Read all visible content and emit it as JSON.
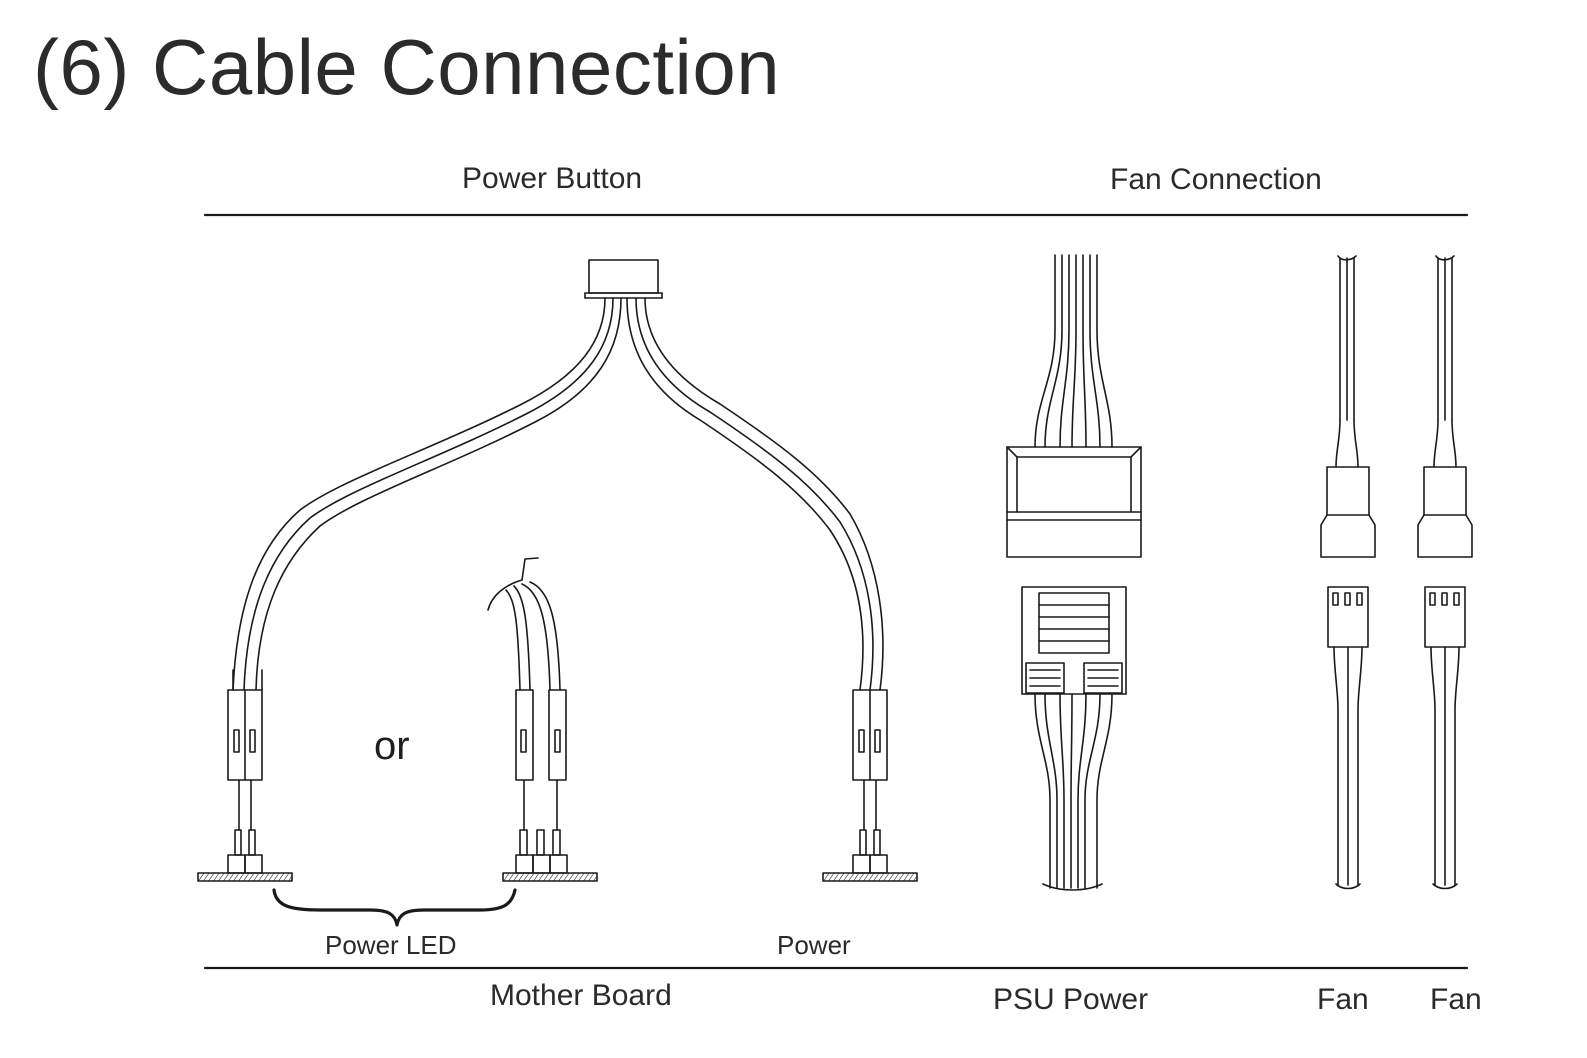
{
  "title": "(6) Cable Connection",
  "headers": {
    "left": "Power Button",
    "right": "Fan Connection"
  },
  "labels": {
    "or": "or",
    "power_led": "Power LED",
    "power": "Power"
  },
  "footers": {
    "mother_board": "Mother Board",
    "psu_power": "PSU Power",
    "fan_1": "Fan",
    "fan_2": "Fan"
  },
  "colors": {
    "line": "#1a1a1a",
    "text": "#2a2a2a"
  }
}
